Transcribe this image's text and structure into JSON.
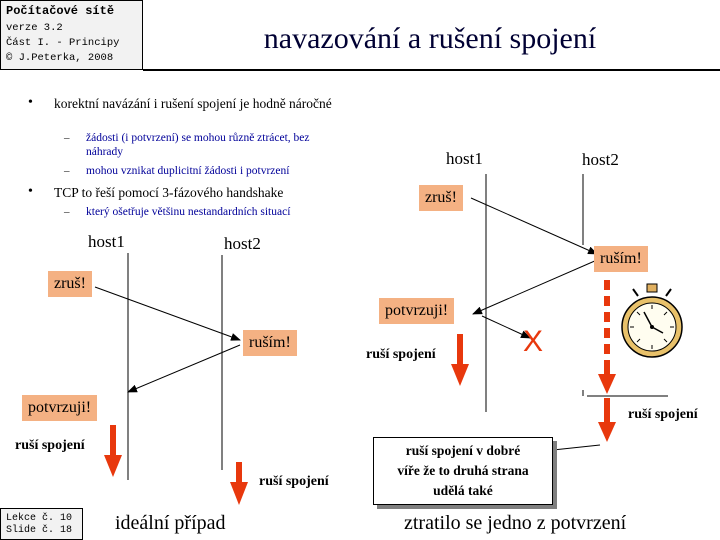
{
  "header": {
    "lines": [
      "Počítačové sítě",
      "verze 3.2",
      "Část I. - Principy",
      "© J.Peterka, 2008"
    ]
  },
  "title": "navazování a rušení spojení",
  "bullets": [
    {
      "text": "korektní navázání i rušení spojení je hodně náročné",
      "subs": [
        "žádosti (i potvrzení) se mohou různě ztrácet, bez náhrady",
        "mohou vznikat duplicitní žádosti i potvrzení"
      ]
    },
    {
      "text": "TCP to řeší pomocí 3-fázového handshake",
      "subs": [
        "který ošetřuje většinu nestandardních situací"
      ]
    }
  ],
  "left_scenario": {
    "host1": "host1",
    "host2": "host2",
    "msg_cancel": "zruš!",
    "msg_cancelling": "ruším!",
    "msg_confirm": "potvrzuji!",
    "action_host1": "ruší spojení",
    "action_host2": "ruší spojení",
    "caption": "ideální případ"
  },
  "right_scenario": {
    "host1": "host1",
    "host2": "host2",
    "msg_cancel": "zruš!",
    "msg_cancelling": "ruším!",
    "msg_confirm": "potvrzuji!",
    "action_host1": "ruší spojení",
    "action_host2": "ruší spojení",
    "lost_marker": "X",
    "callout_lines": [
      "ruší spojení v dobré",
      "víře že to druhá strana",
      "udělá také"
    ],
    "caption": "ztratilo se jedno z potvrzení"
  },
  "footer": {
    "lines": [
      "Lekce č. 10",
      "Slide č. 18"
    ]
  },
  "colors": {
    "accent_red": "#e8380d",
    "msg_fill": "#f4b183",
    "title": "#000033",
    "subtext": "#000099",
    "header_bg": "#f2f2f2"
  }
}
